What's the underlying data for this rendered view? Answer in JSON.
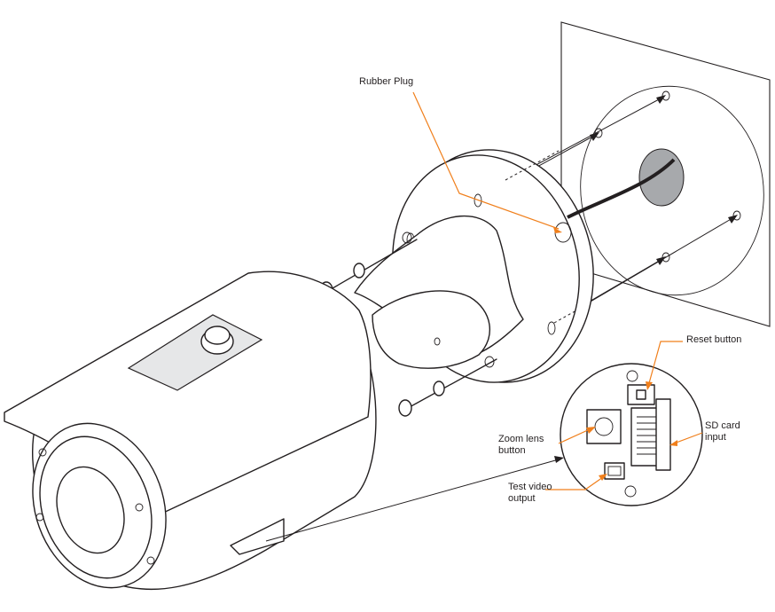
{
  "labels": {
    "rubber_plug": "Rubber Plug",
    "reset_button": "Reset button",
    "sd_card_line1": "SD card",
    "sd_card_line2": "input",
    "zoom_lens_line1": "Zoom lens",
    "zoom_lens_line2": "button",
    "test_video_line1": "Test video",
    "test_video_line2": "output"
  },
  "colors": {
    "callout_line": "#f07f1b",
    "outline": "#231f20",
    "cable_hole": "#a7a9ac",
    "cable": "#231f20"
  },
  "components": [
    "wall-plate",
    "mounting-screw-icon",
    "camera-mount-base",
    "bullet-camera-body",
    "detail-inset-circle"
  ]
}
